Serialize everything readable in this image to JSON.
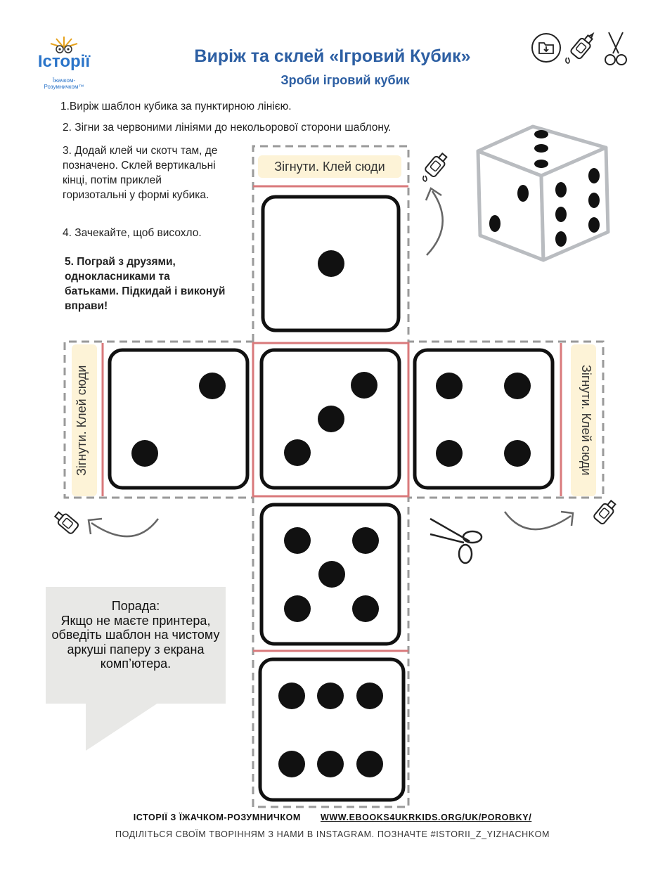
{
  "logo": {
    "word": "Історії",
    "subtitle": "Їжачком-Розумничком™"
  },
  "header": {
    "title": "Виріж та склей «Ігровий Кубик»",
    "subtitle": "Зроби ігровий кубик"
  },
  "steps": [
    "1.Виріж шаблон кубика за пунктирною лінією.",
    "2. Зігни за червоними лініями до некольорової сторони шаблону.",
    "3. Додай клей чи скотч там, де позначено. Склей вертикальні кінці, потім приклей горизотальні у формі кубика.",
    "4. Зачекайте, щоб висохло.",
    "5. Пограй з друзями, однокласниками та батьками. Підкидай і виконуй вправи!"
  ],
  "glue_label": "Зігнути. Клей сюди",
  "tip": {
    "title": "Порада:",
    "text": "Якщо не маєте принтера, обведіть шаблон на чистому аркуші паперу з екрана комп’ютера."
  },
  "footer": {
    "brand": "ІСТОРІЇ З ЇЖАЧКОМ-РОЗУМНИЧКОМ",
    "link": "WWW.EBOOKS4UKRKIDS.ORG/UK/POROBKY/",
    "share": "ПОДІЛІТЬСЯ СВОЇМ ТВОРІННЯМ З НАМИ В INSTAGRAM. ПОЗНАЧТЕ #ISTORII_Z_YIZHACHKOM"
  },
  "colors": {
    "title": "#2d5fa3",
    "fold_line": "#d9797b",
    "cut_line": "#9a9a9a",
    "glue_tab": "#fdf3d7",
    "tip_box": "#e8e8e6"
  },
  "icons": [
    "download-icon",
    "glue-bottle-icon",
    "scissors-icon"
  ]
}
